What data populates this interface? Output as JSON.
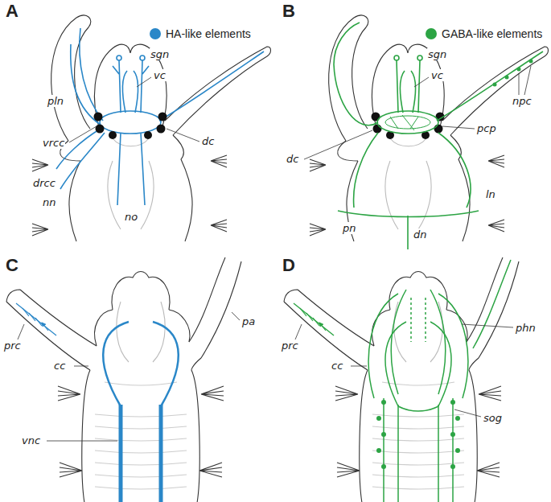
{
  "diagram": {
    "labels": [
      "A",
      "B",
      "C",
      "D",
      "sgn",
      "vc",
      "pln",
      "vrcc",
      "dc",
      "drcc",
      "nn",
      "no",
      "sgn",
      "vc",
      "npc",
      "pcp",
      "dc",
      "ln",
      "pn",
      "dn",
      "prc",
      "cc",
      "pa",
      "vnc",
      "prc",
      "phn",
      "cc",
      "sog"
    ],
    "legend": [
      {
        "text": "HA-like elements",
        "color": "#2a87c8"
      },
      {
        "text": "GABA-like elements",
        "color": "#2ca444"
      }
    ]
  }
}
